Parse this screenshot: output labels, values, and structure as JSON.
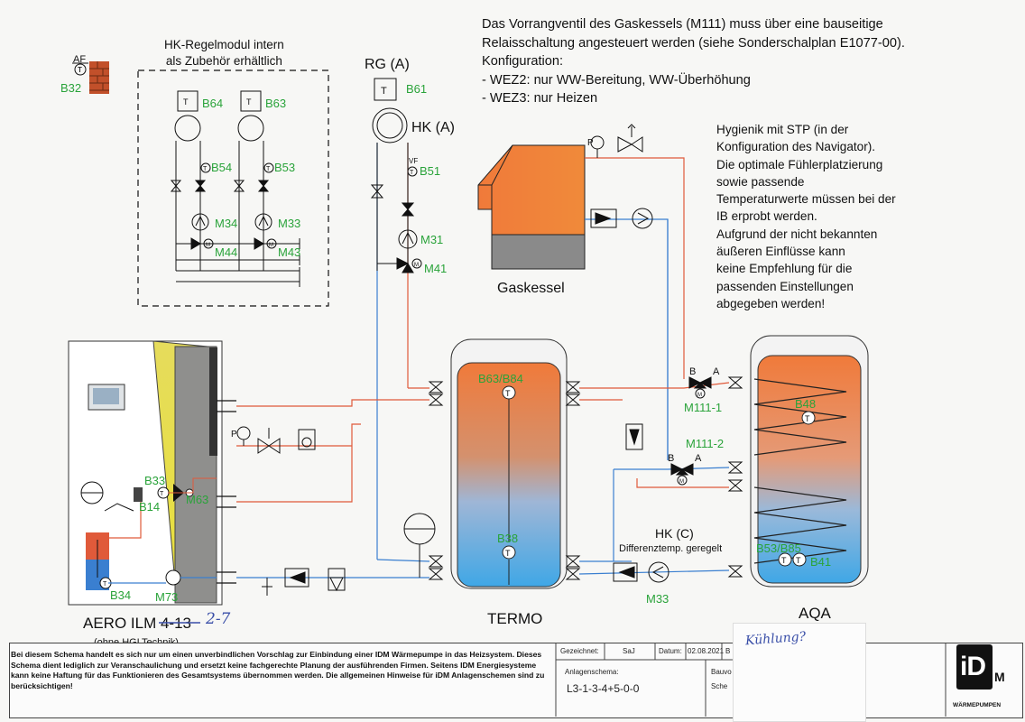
{
  "top_note": {
    "lines": [
      "Das Vorrangventil des Gaskessels (M111) muss über eine bauseitige",
      "Relaisschaltung angesteuert werden (siehe Sonderschalplan E1077-00).",
      "Konfiguration:",
      "- WEZ2: nur WW-Bereitung, WW-Überhöhung",
      "- WEZ3: nur Heizen"
    ]
  },
  "hygienic_note": {
    "lines": [
      "Hygienik mit STP (in der",
      "Konfiguration des Navigator).",
      "Die optimale Fühlerplatzierung",
      "sowie passende",
      "Temperaturwerte müssen bei der",
      "IB erprobt werden.",
      "Aufgrund der nicht bekannten",
      "äußeren Einflüsse kann",
      "keine Empfehlung für die",
      "passenden Einstellungen",
      "abgegeben werden!"
    ]
  },
  "module_box": {
    "title_line1": "HK-Regelmodul intern",
    "title_line2": "als Zubehör erhältlich"
  },
  "labels": {
    "af": "AF",
    "b32": "B32",
    "b64": "B64",
    "b63_top": "B63",
    "b54": "B54",
    "b53": "B53",
    "m34": "M34",
    "m33_top": "M33",
    "m44": "M44",
    "m43": "M43",
    "rg": "RG (A)",
    "b61": "B61",
    "hk_a": "HK (A)",
    "vf": "VF",
    "b51": "B51",
    "m31": "M31",
    "m41": "M41",
    "gaskessel": "Gaskessel",
    "b63_b84": "B63/B84",
    "b38": "B38",
    "termo": "TERMO",
    "b48": "B48",
    "b53_b85": "B53/B85",
    "b41": "B41",
    "aqa": "AQA",
    "m111_1": "M111-1",
    "m111_2": "M111-2",
    "valve_b": "B",
    "valve_a": "A",
    "hk_c": "HK (C)",
    "hk_c_sub": "Differenztemp. geregelt",
    "m33": "M33",
    "b33": "B33",
    "b14": "B14",
    "m63": "M63",
    "m73": "M73",
    "b34": "B34",
    "p": "P",
    "t": "T",
    "m": "M",
    "aero": "AERO ILM 4-13",
    "aero_sub": "(ohne HGLTechnik)"
  },
  "handwriting": {
    "model_correction": "2-7",
    "kuehlung": "Kühlung?"
  },
  "footer": {
    "disclaimer": "Bei diesem Schema handelt es sich nur um einen unverbindlichen Vorschlag zur Einbindung einer IDM Wärmepumpe in das Heizsystem. Dieses Schema dient lediglich zur Veranschaulichung und ersetzt keine fachgerechte Planung der ausführenden Firmen. Seitens IDM Energiesysteme kann keine Haftung für das Funktionieren des Gesamtsystems übernommen werden. Die allgemeinen Hinweise für iDM Anlagenschemen sind zu berücksichtigen!",
    "gezeichnet_label": "Gezeichnet:",
    "gezeichnet_value": "SaJ",
    "datum_label": "Datum:",
    "datum_value": "02.08.2021",
    "b_cut": "B",
    "anlagenschema_label": "Anlagenschema:",
    "anlagenschema_value": "L3-1-3-4+5-0-0",
    "bauv_cut": "Bauvo",
    "sche_cut": "Sche",
    "logo_text": "iD",
    "logo_sub": "M",
    "brand": "WÄRMEPUMPEN"
  },
  "colors": {
    "hot_pipe": "#e05a3a",
    "cold_pipe": "#3a7fd0",
    "label_green": "#2aa33a",
    "boiler_orange": "#f07a3a",
    "boiler_gray": "#8c8c8c",
    "yellow_insulation": "#e8df3a",
    "heatpump_gray": "#9a9a98"
  }
}
